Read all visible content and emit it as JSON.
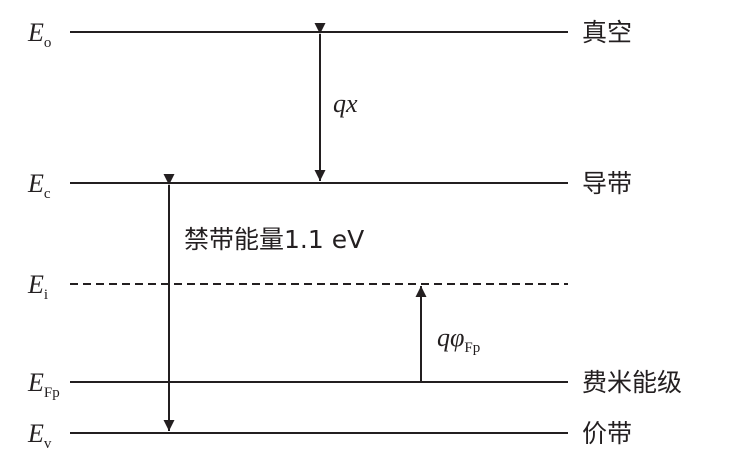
{
  "levels": [
    {
      "symbol": "E",
      "sub": "o",
      "name": "真空",
      "style": "solid"
    },
    {
      "symbol": "E",
      "sub": "c",
      "name": "导带",
      "style": "solid"
    },
    {
      "symbol": "E",
      "sub": "i",
      "name": "",
      "style": "dashed"
    },
    {
      "symbol": "E",
      "sub": "Fp",
      "name": "费米能级",
      "style": "solid"
    },
    {
      "symbol": "E",
      "sub": "v",
      "name": "价带",
      "style": "solid"
    }
  ],
  "annotations": {
    "qx": "qx",
    "bandgap": "禁带能量1.1 eV",
    "qphi_main": "qφ",
    "qphi_sub": "Fp"
  },
  "colors": {
    "line": "#231f20"
  }
}
